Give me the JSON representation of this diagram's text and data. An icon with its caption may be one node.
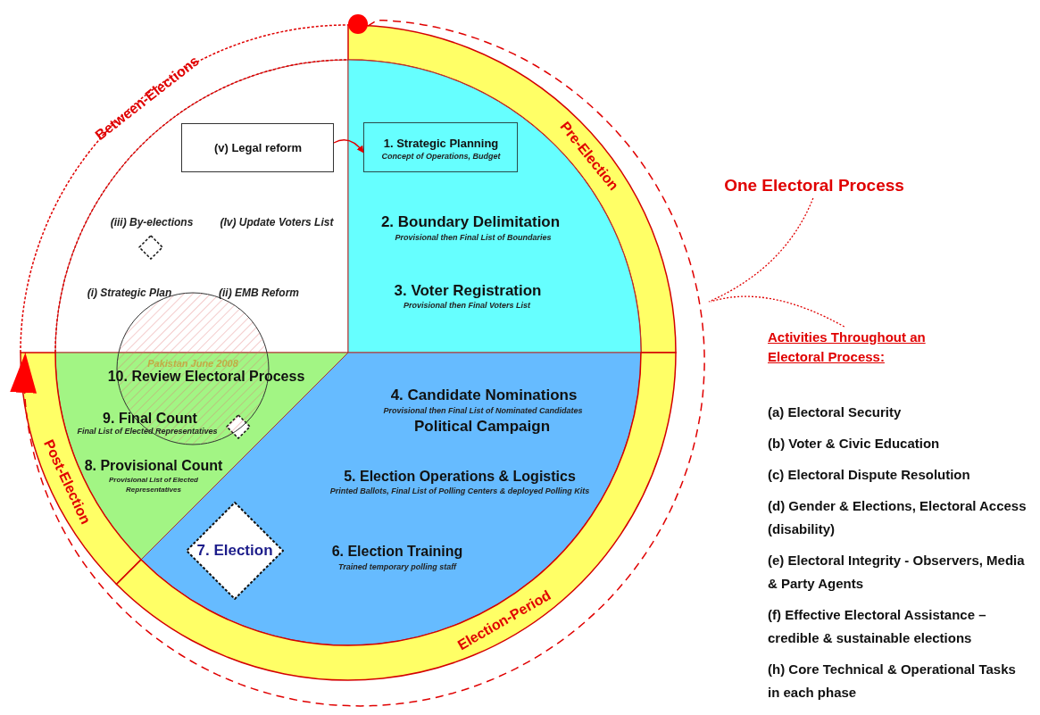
{
  "diagram": {
    "nodes": [
      {
        "text": [
          "(iii) By-elections",
          "(Iv) Update Voters List",
          "(i) Strategic Plan",
          "(ii) EMB Reform"
        ]
      },
      {
        "text": [
          "(v) Legal reform"
        ],
        "in": 0
      },
      {
        "text": [],
        "shape": "diamond",
        "in": 0
      },
      {
        "text": [
          "Pre-Election"
        ]
      },
      {
        "text": [
          "2. Boundary Delimitation",
          "Provisional then Final List of Boundaries",
          "3. Voter Registration",
          "Provisional then Final Voters List"
        ]
      },
      {
        "text": [
          "1. Strategic Planning",
          "Concept of Operations, Budget"
        ],
        "in": 4
      },
      {
        "text": [
          "One Electoral Process"
        ]
      },
      {
        "text": [
          "Pakistan June 2008",
          "10. Review Electoral Process",
          "9. Final Count",
          "Final List of Elected Representatives",
          "8. Provisional Count",
          "Provisional List of Elected Representatives"
        ]
      },
      {
        "text": [],
        "shape": "diamond",
        "in": 7
      },
      {
        "text": [
          "Post-Election"
        ]
      },
      {
        "text": [
          "4. Candidate Nominations",
          "Provisional then Final List of Nominated Candidates",
          "Political Campaign",
          "5. Election Operations & Logistics",
          "Printed Ballots, Final List of Polling Centers & deployed Polling Kits",
          "6. Election Training",
          "Trained temporary polling staff"
        ]
      },
      {
        "text": [
          "7. Election"
        ],
        "in": 10
      },
      {
        "text": [
          "Election-Period"
        ]
      },
      {
        "text": [
          "Activities Throughout an Electoral Process:"
        ]
      },
      {
        "text": [],
        "shape": "circle"
      }
    ],
    "edges": [
      {
        "from": 1,
        "to": 5,
        "arrow": "to"
      },
      {
        "from": 6,
        "to": null,
        "arrow": "none",
        "style": "dashed"
      },
      {
        "from": 13,
        "to": null,
        "arrow": "none",
        "style": "dashed"
      },
      {
        "from": 14,
        "to": 9,
        "arrow": "to",
        "style": "dashed"
      }
    ],
    "labels": [
      "Between-Elections",
      "(a) Electoral Security",
      "(b) Voter & Civic Education",
      "(c) Electoral Dispute Resolution",
      "(d) Gender & Elections, Electoral Access (disability)",
      "(e) Electoral Integrity - Observers, Media & Party Agents",
      "(f) Effective Electoral Assistance – credible & sustainable elections",
      "(h) Core Technical & Operational Tasks in each phase"
    ]
  }
}
